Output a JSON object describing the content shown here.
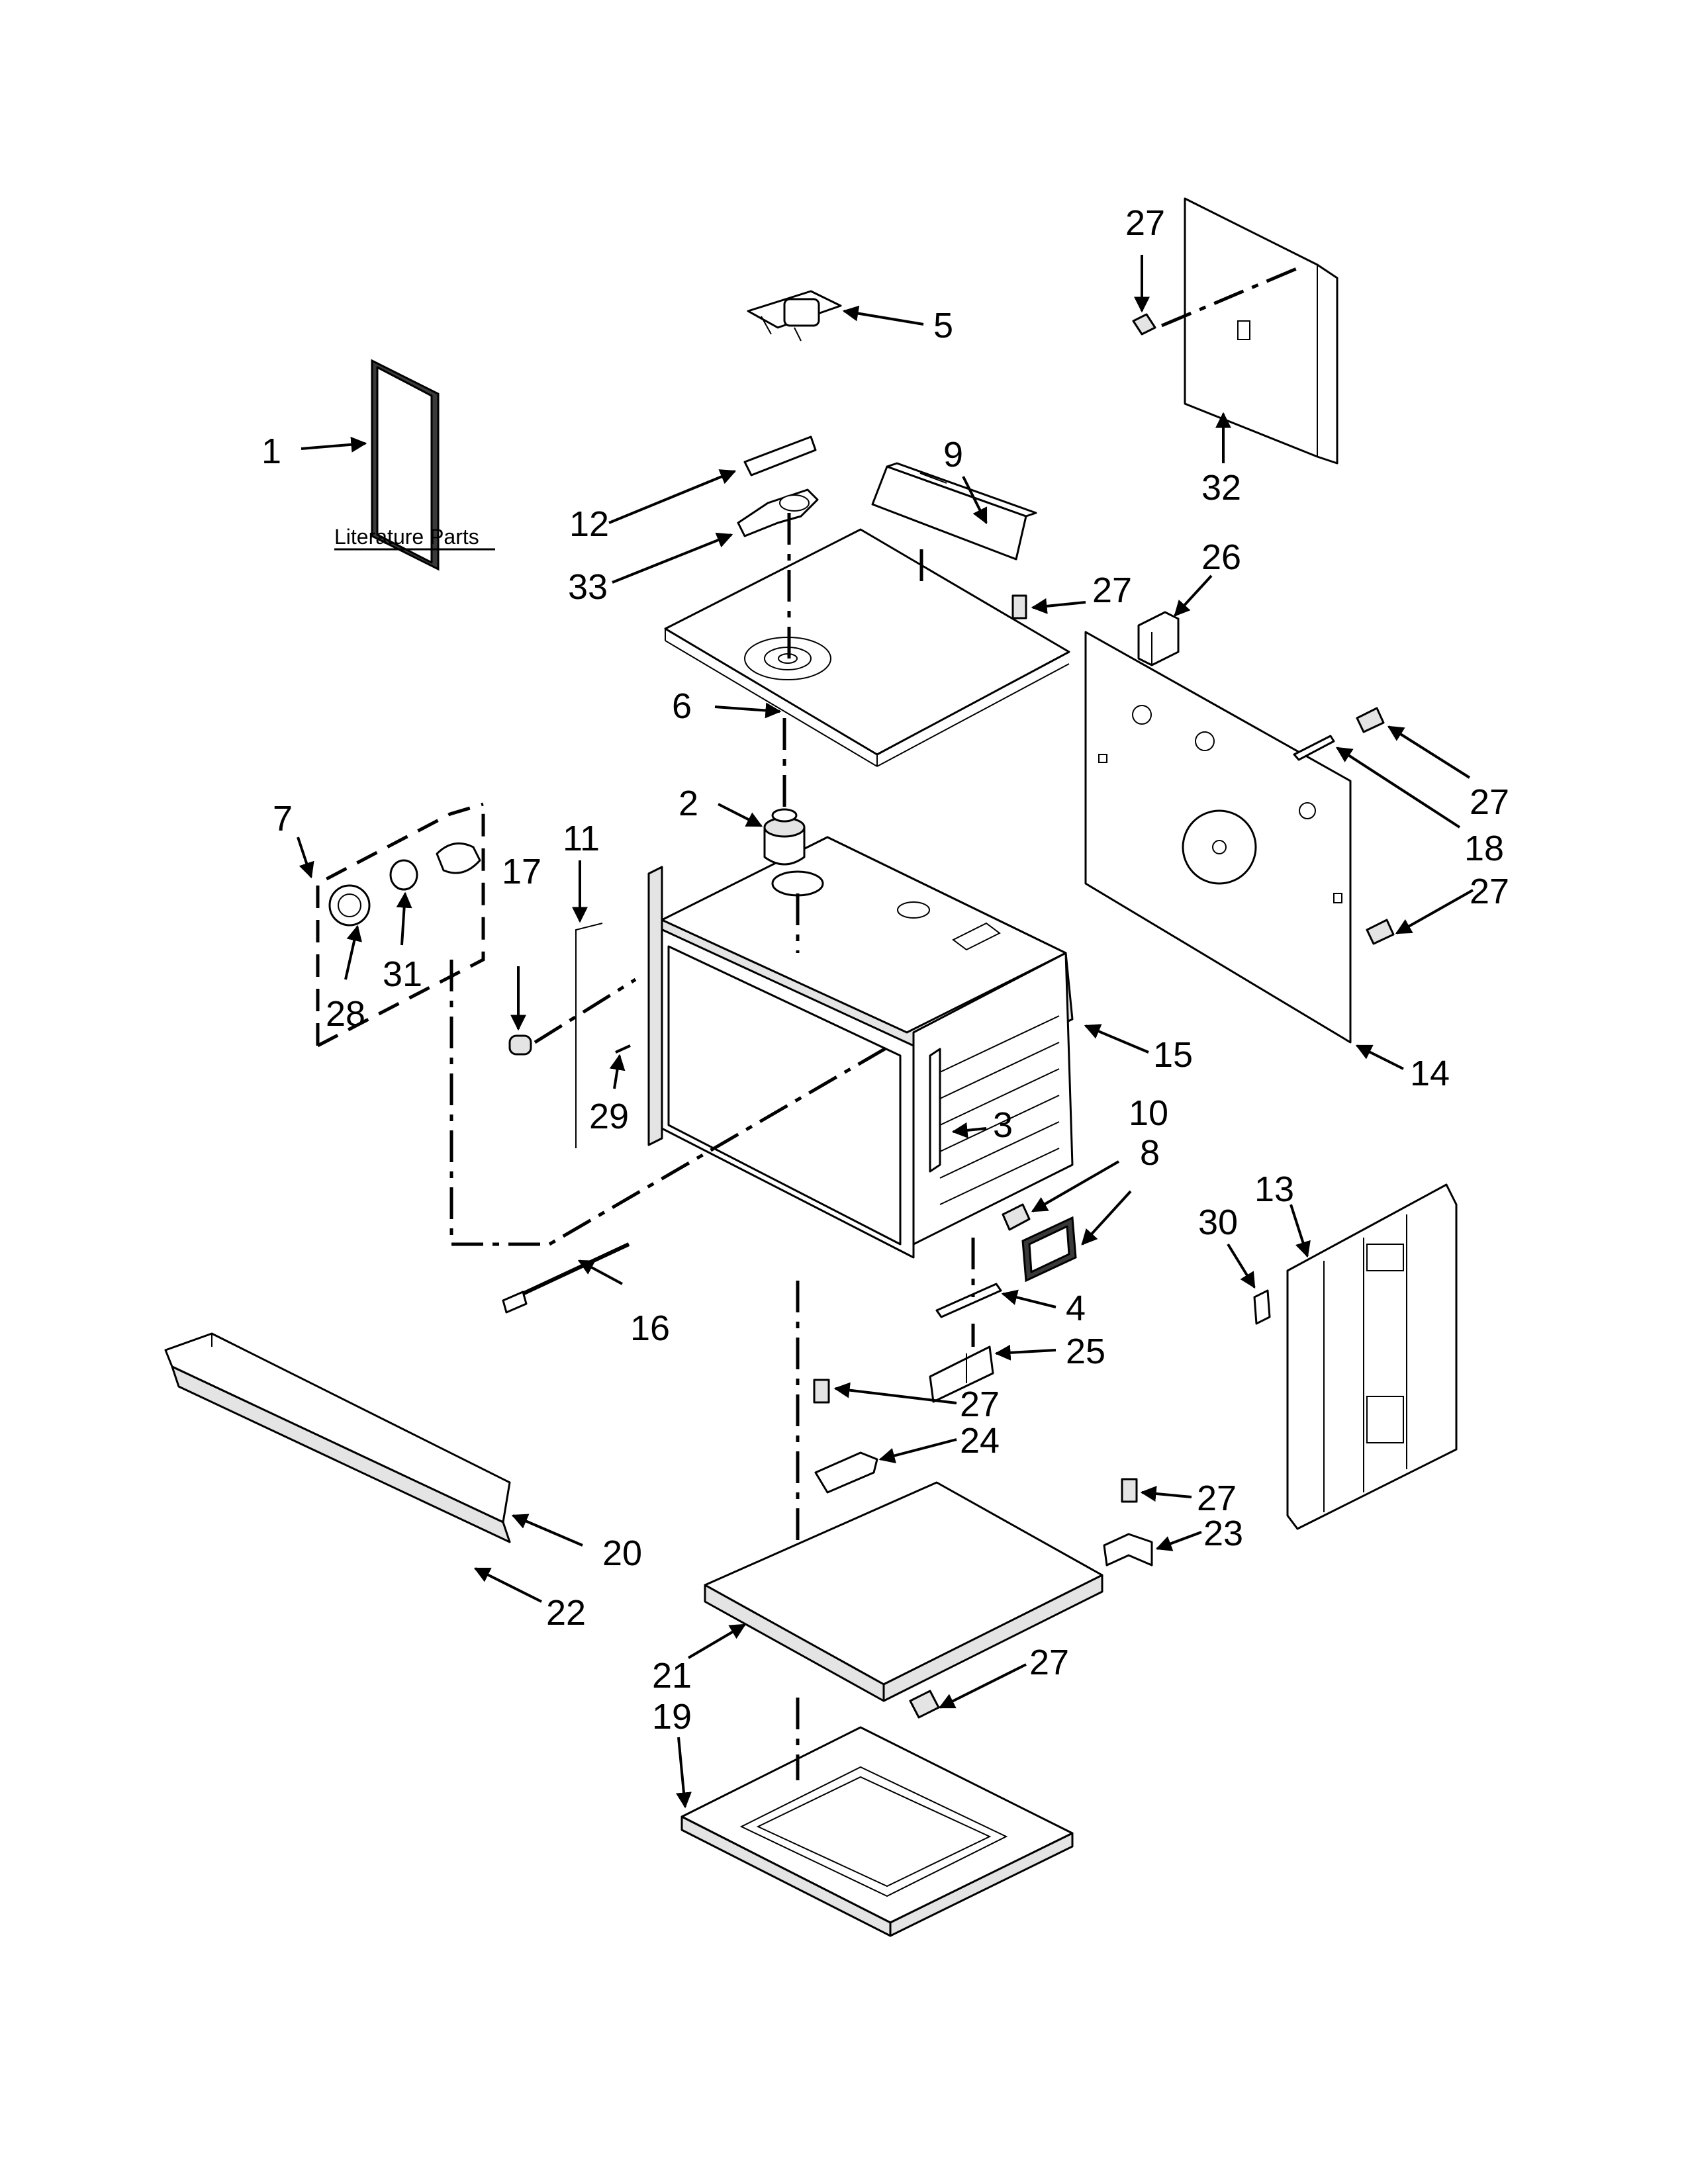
{
  "literature_label": "Literature Parts",
  "callouts": [
    {
      "id": "1",
      "label": "1"
    },
    {
      "id": "2",
      "label": "2"
    },
    {
      "id": "3",
      "label": "3"
    },
    {
      "id": "4",
      "label": "4"
    },
    {
      "id": "5",
      "label": "5"
    },
    {
      "id": "6",
      "label": "6"
    },
    {
      "id": "7",
      "label": "7"
    },
    {
      "id": "8",
      "label": "8"
    },
    {
      "id": "9",
      "label": "9"
    },
    {
      "id": "10",
      "label": "10"
    },
    {
      "id": "11",
      "label": "11"
    },
    {
      "id": "12",
      "label": "12"
    },
    {
      "id": "13",
      "label": "13"
    },
    {
      "id": "14",
      "label": "14"
    },
    {
      "id": "15",
      "label": "15"
    },
    {
      "id": "16",
      "label": "16"
    },
    {
      "id": "17",
      "label": "17"
    },
    {
      "id": "18",
      "label": "18"
    },
    {
      "id": "19",
      "label": "19"
    },
    {
      "id": "20",
      "label": "20"
    },
    {
      "id": "21",
      "label": "21"
    },
    {
      "id": "22",
      "label": "22"
    },
    {
      "id": "23",
      "label": "23"
    },
    {
      "id": "24",
      "label": "24"
    },
    {
      "id": "25",
      "label": "25"
    },
    {
      "id": "26",
      "label": "26"
    },
    {
      "id": "27",
      "label": "27"
    },
    {
      "id": "28",
      "label": "28"
    },
    {
      "id": "29",
      "label": "29"
    },
    {
      "id": "30",
      "label": "30"
    },
    {
      "id": "31",
      "label": "31"
    },
    {
      "id": "32",
      "label": "32"
    },
    {
      "id": "33",
      "label": "33"
    }
  ]
}
